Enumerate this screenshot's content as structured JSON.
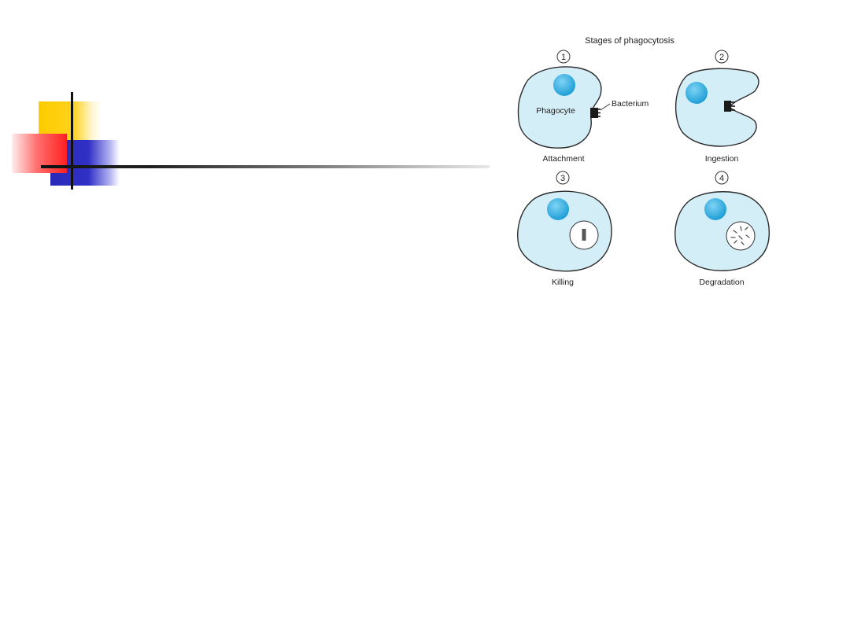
{
  "diagram": {
    "title": "Stages of phagocytosis",
    "labels": {
      "phagocyte": "Phagocyte",
      "bacterium": "Bacterium"
    },
    "stages": [
      {
        "number": "1",
        "label": "Attachment"
      },
      {
        "number": "2",
        "label": "Ingestion"
      },
      {
        "number": "3",
        "label": "Killing"
      },
      {
        "number": "4",
        "label": "Degradation"
      }
    ],
    "colors": {
      "cell_fill": "#d4eef8",
      "cell_stroke": "#2b2b2b",
      "nucleus": "#39b3e6",
      "bacterium": "#1a1a1a",
      "vacuole": "#ffffff"
    }
  },
  "decoration": {
    "colors": {
      "yellow": "#ffcc00",
      "red": "#ff2020",
      "blue": "#2a2ab8",
      "line": "#111111"
    }
  }
}
